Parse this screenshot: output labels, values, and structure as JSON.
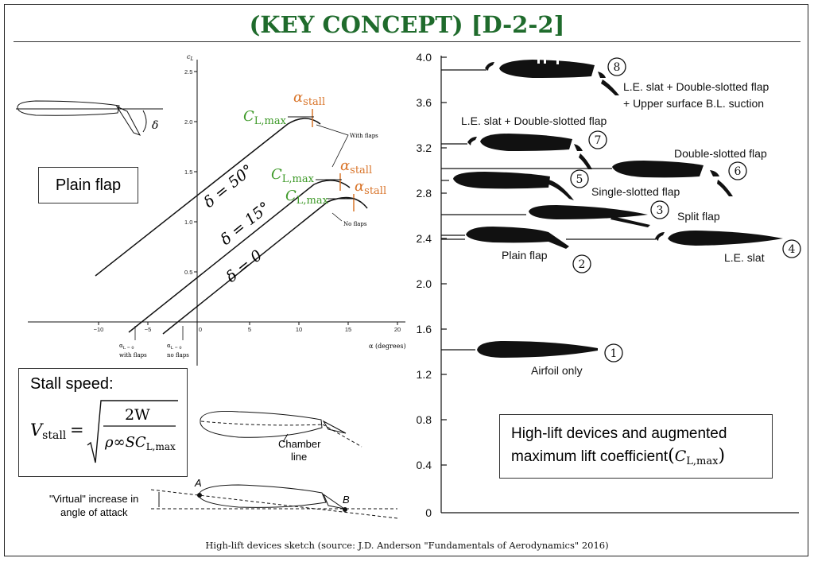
{
  "title": "(KEY CONCEPT) [D-2-2]",
  "caption": "High-lift devices sketch (source: J.D. Anderson \"Fundamentals of Aerodynamics\" 2016)",
  "plain_flap_label": "Plain flap",
  "delta_symbol": "δ",
  "stall": {
    "label": "Stall speed:",
    "lhs": "V",
    "lhs_sub": "stall",
    "numerator": "2W",
    "denominator": "ρ∞SC",
    "denominator_sub": "L,max"
  },
  "lift_curve": {
    "axis_y_label": "c",
    "axis_y_label_sub": "L",
    "axis_x_label": "α (degrees)",
    "y_ticks": [
      "0.5",
      "1.0",
      "1.5",
      "2.0",
      "2.5"
    ],
    "x_ticks": [
      "−10",
      "−5",
      "0",
      "5",
      "10",
      "15",
      "20"
    ],
    "with_flaps": "With flaps",
    "no_flaps": "No flaps",
    "alpha_l0_with": "α",
    "alpha_l0_with_sub": "L = 0",
    "alpha_l0_with_note": "with flaps",
    "alpha_l0_no_note": "no flaps",
    "curve_50": "δ = 50°",
    "curve_15": "δ = 15°",
    "curve_0": "δ = 0",
    "clmax": "C",
    "clmax_sub": "L,max",
    "alpha_stall": "α",
    "alpha_stall_sub": "stall",
    "accent_green": "#3f9a2a",
    "accent_orange": "#d9752b"
  },
  "chamber": {
    "chamber_label_1": "Chamber",
    "chamber_label_2": "line",
    "virtual_1": "\"Virtual\" increase in",
    "virtual_2": "angle of attack",
    "point_a": "A",
    "point_b": "B"
  },
  "devices": {
    "y_ticks": [
      "4.0",
      "3.6",
      "3.2",
      "2.8",
      "2.4",
      "2.0",
      "1.6",
      "1.2",
      "0.8",
      "0.4",
      "0"
    ],
    "items": [
      {
        "num": "1",
        "label": "Airfoil only"
      },
      {
        "num": "2",
        "label": "Plain flap"
      },
      {
        "num": "3",
        "label": "Split flap"
      },
      {
        "num": "4",
        "label": "L.E. slat"
      },
      {
        "num": "5",
        "label": "Single-slotted flap"
      },
      {
        "num": "6",
        "label": "Double-slotted flap"
      },
      {
        "num": "7",
        "label": "L.E. slat + Double-slotted flap"
      },
      {
        "num": "8",
        "label": "L.E. slat + Double-slotted flap",
        "label2": "+ Upper surface B.L. suction"
      }
    ]
  },
  "highlift_box": {
    "line1": "High-lift devices and augmented",
    "line2": "maximum lift coefficient",
    "sym": "C",
    "sym_sub": "L,max"
  }
}
